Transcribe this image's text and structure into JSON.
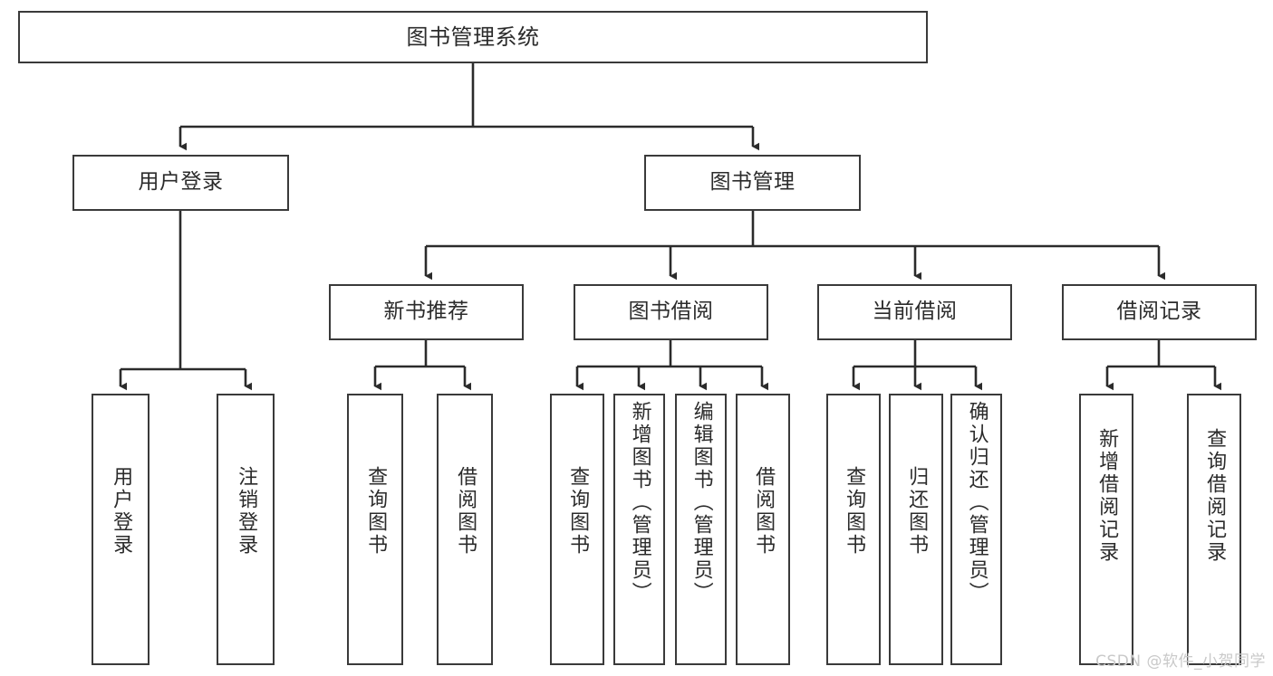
{
  "diagram": {
    "title": "图书管理系统",
    "type": "tree-hierarchy",
    "watermark": "CSDN @软件_小贺同学",
    "colors": {
      "border": "#3a3a3a",
      "background": "#ffffff",
      "text": "#2b2b2b",
      "connector": "#2b2b2b",
      "watermark": "#c9c9c9"
    }
  },
  "nodes": {
    "root": {
      "label": "图书管理系统"
    },
    "level2": [
      {
        "id": "user-login",
        "label": "用户登录"
      },
      {
        "id": "book-manage",
        "label": "图书管理"
      }
    ],
    "level3": [
      {
        "id": "new-book-rec",
        "label": "新书推荐"
      },
      {
        "id": "book-borrow",
        "label": "图书借阅"
      },
      {
        "id": "current-borrow",
        "label": "当前借阅"
      },
      {
        "id": "borrow-record",
        "label": "借阅记录"
      }
    ],
    "leaves": {
      "user_login": [
        {
          "id": "leaf-user-login",
          "label": "用户登录"
        },
        {
          "id": "leaf-logout-login",
          "label": "注销登录"
        }
      ],
      "new_book_rec": [
        {
          "id": "leaf-query-book-1",
          "label": "查询图书"
        },
        {
          "id": "leaf-borrow-book-1",
          "label": "借阅图书"
        }
      ],
      "book_borrow": [
        {
          "id": "leaf-query-book-2",
          "label": "查询图书"
        },
        {
          "id": "leaf-add-book",
          "label": "新增图书（管理员）"
        },
        {
          "id": "leaf-edit-book",
          "label": "编辑图书（管理员）"
        },
        {
          "id": "leaf-borrow-book-2",
          "label": "借阅图书"
        }
      ],
      "current_borrow": [
        {
          "id": "leaf-query-book-3",
          "label": "查询图书"
        },
        {
          "id": "leaf-return-book",
          "label": "归还图书"
        },
        {
          "id": "leaf-confirm-return",
          "label": "确认归还（管理员）"
        }
      ],
      "borrow_record": [
        {
          "id": "leaf-add-record",
          "label": "新增借阅记录"
        },
        {
          "id": "leaf-query-record",
          "label": "查询借阅记录"
        }
      ]
    }
  }
}
